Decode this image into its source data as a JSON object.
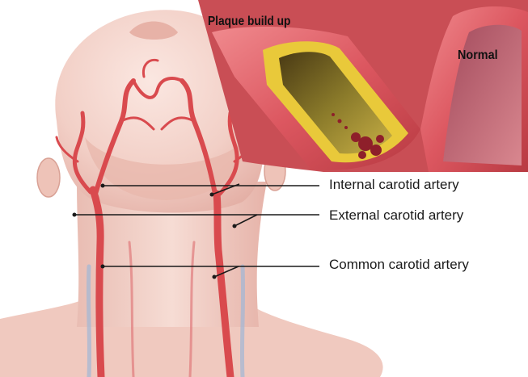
{
  "diagram": {
    "labels": {
      "internal_carotid": "Internal carotid artery",
      "external_carotid": "External carotid artery",
      "common_carotid": "Common carotid artery"
    },
    "inset": {
      "plaque_label": "Plaque build up",
      "normal_label": "Normal"
    }
  },
  "colors": {
    "skin": "#f2cfc6",
    "skin_shadow": "#e2aaa0",
    "artery": "#d94a4e",
    "artery_dark": "#b72f34",
    "plaque": "#e9c93a",
    "vessel_wall": "#e0636a",
    "leader_line": "#1a1a1a"
  }
}
